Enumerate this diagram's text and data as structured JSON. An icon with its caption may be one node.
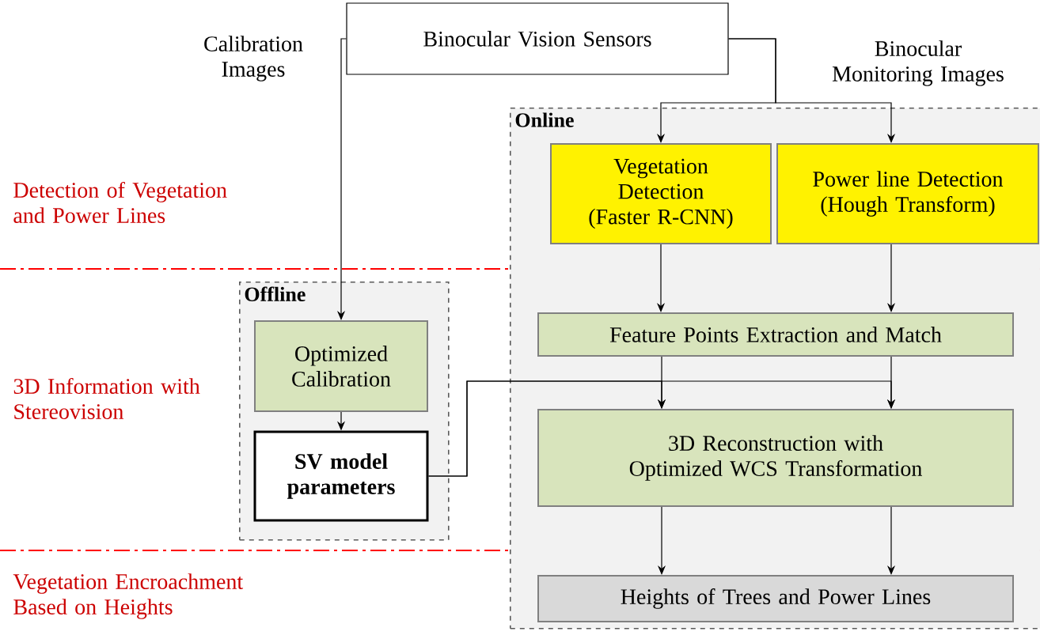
{
  "diagram": {
    "nodes": [
      {
        "text": [
          "Binocular Vision Sensors"
        ]
      },
      {
        "text": [
          "Online"
        ]
      },
      {
        "text": [
          "Vegetation Detection (Faster R-CNN)"
        ],
        "in": 1
      },
      {
        "text": [
          "Power line Detection (Hough Transform)"
        ],
        "in": 1
      },
      {
        "text": [
          "Offline"
        ]
      },
      {
        "text": [
          "Optimized Calibration"
        ],
        "in": 4
      },
      {
        "text": [
          "SV model parameters"
        ],
        "in": 4
      },
      {
        "text": [
          "Feature Points Extraction and Match"
        ],
        "in": 1
      },
      {
        "text": [
          "3D Reconstruction with Optimized WCS Transformation"
        ],
        "in": 1
      },
      {
        "text": [
          "Heights of Trees and Power Lines"
        ],
        "in": 1
      }
    ],
    "edges": [
      {
        "from": 0,
        "to": 5,
        "arrow": "to",
        "label": "Calibration Images"
      },
      {
        "from": 0,
        "to": 2,
        "arrow": "to"
      },
      {
        "from": 0,
        "to": 3,
        "arrow": "to",
        "label": "Binocular Monitoring Images"
      },
      {
        "from": 2,
        "to": 7,
        "arrow": "to"
      },
      {
        "from": 3,
        "to": 7,
        "arrow": "to"
      },
      {
        "from": 5,
        "to": 6,
        "arrow": "to"
      },
      {
        "from": 7,
        "to": 8,
        "arrow": "to"
      },
      {
        "from": 7,
        "to": 8,
        "arrow": "to"
      },
      {
        "from": 6,
        "to": 8,
        "arrow": "to"
      },
      {
        "from": 6,
        "to": 8,
        "arrow": "to"
      },
      {
        "from": 8,
        "to": 9,
        "arrow": "to"
      },
      {
        "from": 8,
        "to": 9,
        "arrow": "to"
      }
    ],
    "labels": [
      "Detection of Vegetation and Power Lines",
      "3D Information with Stereovision",
      "Vegetation Encroachment Based on Heights"
    ]
  }
}
